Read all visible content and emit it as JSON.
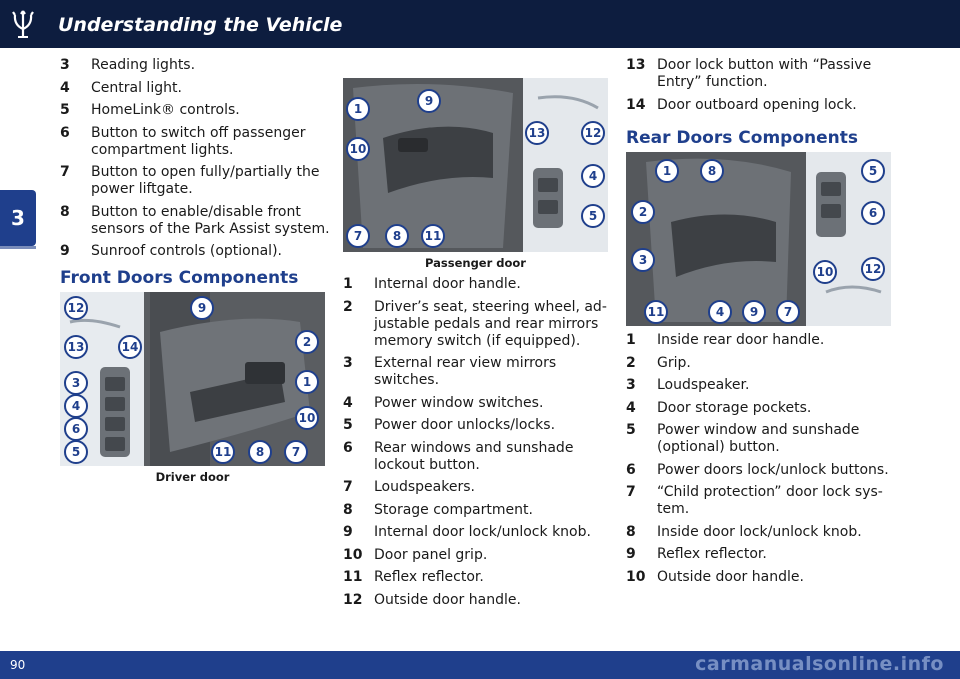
{
  "header": {
    "title": "Understanding the Vehicle"
  },
  "chapter": "3",
  "footer": {
    "page_number": "90",
    "watermark": "carmanualsonline.info"
  },
  "col1_list": [
    {
      "num": "3",
      "lines": [
        "Reading lights."
      ]
    },
    {
      "num": "4",
      "lines": [
        "Central light."
      ]
    },
    {
      "num": "5",
      "lines": [
        "HomeLink® controls."
      ]
    },
    {
      "num": "6",
      "lines": [
        "Button to switch off passenger",
        "compartment lights."
      ]
    },
    {
      "num": "7",
      "lines": [
        "Button to open fully/partially the",
        "power liftgate."
      ]
    },
    {
      "num": "8",
      "lines": [
        "Button to enable/disable front",
        "sensors of the Park Assist system."
      ]
    },
    {
      "num": "9",
      "lines": [
        "Sunroof controls (optional)."
      ]
    }
  ],
  "front_doors": {
    "title": "Front Doors Components",
    "caption": "Driver door",
    "callouts": [
      "12",
      "9",
      "13",
      "14",
      "2",
      "3",
      "1",
      "4",
      "10",
      "6",
      "5",
      "11",
      "8",
      "7"
    ]
  },
  "passenger_door": {
    "caption": "Passenger door",
    "callouts": [
      "9",
      "1",
      "10",
      "13",
      "12",
      "4",
      "5",
      "7",
      "8",
      "11"
    ]
  },
  "col2_list": [
    {
      "num": "1",
      "lines": [
        "Internal door handle."
      ]
    },
    {
      "num": "2",
      "lines": [
        "Driver’s seat, steering wheel, ad-",
        "justable pedals and rear mirrors",
        "memory switch (if equipped)."
      ]
    },
    {
      "num": "3",
      "lines": [
        "External rear view mirrors",
        "switches."
      ]
    },
    {
      "num": "4",
      "lines": [
        "Power window switches."
      ]
    },
    {
      "num": "5",
      "lines": [
        "Power door unlocks/locks."
      ]
    },
    {
      "num": "6",
      "lines": [
        "Rear windows and sunshade",
        "lockout button."
      ]
    },
    {
      "num": "7",
      "lines": [
        "Loudspeakers."
      ]
    },
    {
      "num": "8",
      "lines": [
        "Storage compartment."
      ]
    },
    {
      "num": "9",
      "lines": [
        "Internal door lock/unlock knob."
      ]
    },
    {
      "num": "10",
      "lines": [
        "Door panel grip."
      ]
    },
    {
      "num": "11",
      "lines": [
        "Reflex reflector."
      ]
    },
    {
      "num": "12",
      "lines": [
        "Outside door handle."
      ]
    }
  ],
  "col3_top_list": [
    {
      "num": "13",
      "lines": [
        "Door lock button with “Passive",
        "Entry” function."
      ]
    },
    {
      "num": "14",
      "lines": [
        "Door outboard opening lock."
      ]
    }
  ],
  "rear_doors": {
    "title": "Rear Doors Components",
    "callouts": [
      "1",
      "8",
      "5",
      "2",
      "6",
      "3",
      "10",
      "12",
      "11",
      "4",
      "9",
      "7"
    ]
  },
  "col3_list": [
    {
      "num": "1",
      "lines": [
        "Inside rear door handle."
      ]
    },
    {
      "num": "2",
      "lines": [
        "Grip."
      ]
    },
    {
      "num": "3",
      "lines": [
        "Loudspeaker."
      ]
    },
    {
      "num": "4",
      "lines": [
        "Door storage pockets."
      ]
    },
    {
      "num": "5",
      "lines": [
        "Power window and sunshade",
        "(optional) button."
      ]
    },
    {
      "num": "6",
      "lines": [
        "Power doors lock/unlock buttons."
      ]
    },
    {
      "num": "7",
      "lines": [
        "“Child protection” door lock sys-",
        "tem."
      ]
    },
    {
      "num": "8",
      "lines": [
        "Inside door lock/unlock knob."
      ]
    },
    {
      "num": "9",
      "lines": [
        "Reflex reflector."
      ]
    },
    {
      "num": "10",
      "lines": [
        "Outside door handle."
      ]
    }
  ]
}
